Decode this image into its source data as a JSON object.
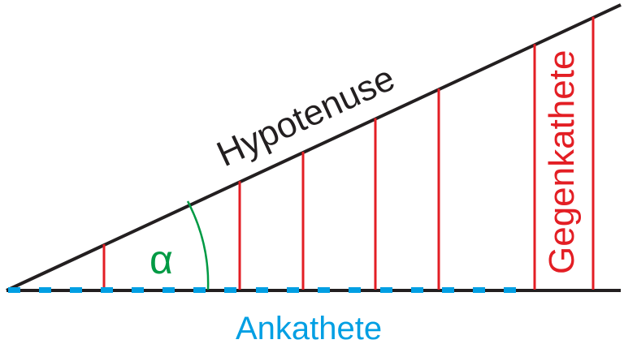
{
  "diagram": {
    "type": "right-triangle-trigonometry",
    "labels": {
      "hypotenuse": "Hypotenuse",
      "opposite": "Gegenkathete",
      "adjacent": "Ankathete",
      "angle": "α"
    },
    "colors": {
      "hypotenuse": "#231f20",
      "base": "#231f20",
      "opposite": "#e31e24",
      "adjacent": "#009fe3",
      "angle": "#009a44",
      "background": "#ffffff"
    },
    "geometry": {
      "vertex": [
        8,
        357
      ],
      "hypotenuse_end": [
        764,
        5
      ],
      "base_end": [
        764,
        357
      ],
      "vertical_lines_x": [
        128,
        295,
        373,
        462,
        540,
        658,
        730
      ],
      "dash_start_x": [
        10,
        48,
        86,
        124,
        162,
        200,
        238,
        276,
        315,
        353,
        391,
        429,
        468,
        506,
        544,
        582,
        620
      ],
      "dash_width": 15
    }
  }
}
